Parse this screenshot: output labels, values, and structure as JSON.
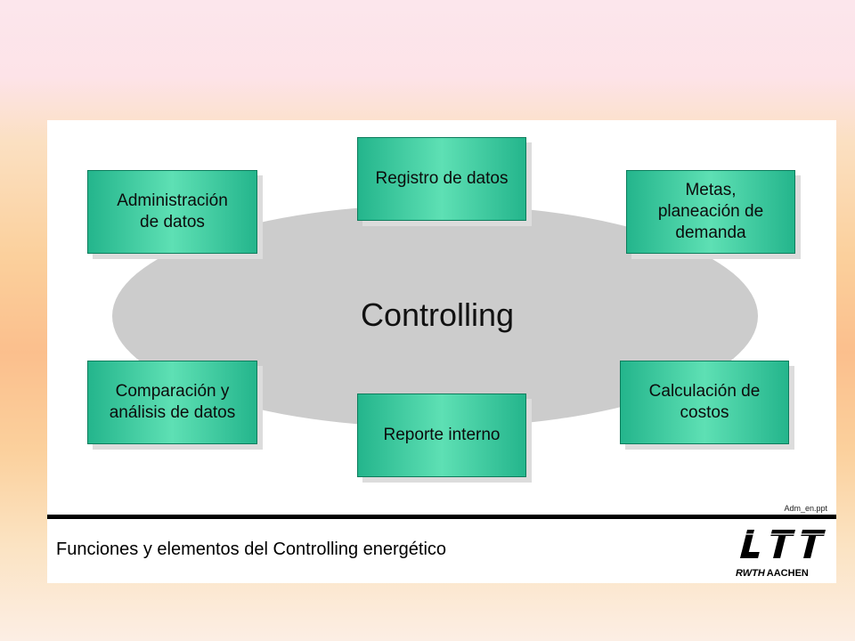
{
  "diagram": {
    "center": "Controlling",
    "boxes": {
      "admin": "Administración\nde datos",
      "registro": "Registro de datos",
      "metas": "Metas,\nplaneación de\ndemanda",
      "comparacion": "Comparación y\nanálisis de datos",
      "reporte": "Reporte interno",
      "calculacion": "Calculación de\ncostos"
    }
  },
  "footer": {
    "ref": "Adm_en.ppt",
    "title": "Funciones y elementos del Controlling energético"
  },
  "logo": {
    "mark": "LTT",
    "rwth": "RWTH",
    "city": "AACHEN"
  },
  "colors": {
    "box_dark": "#24b58c",
    "box_light": "#5ee0b4",
    "ellipse": "#cccccc"
  }
}
